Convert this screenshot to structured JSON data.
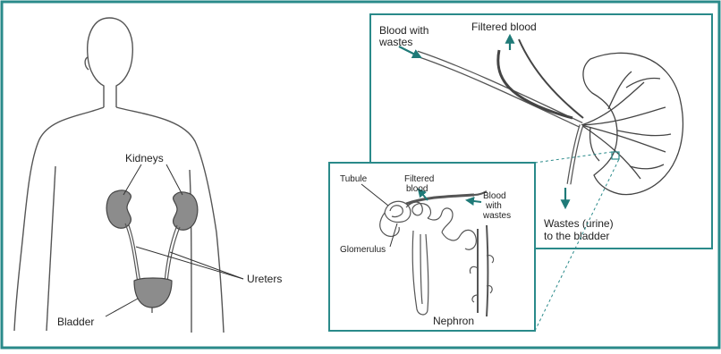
{
  "diagram": {
    "colors": {
      "frame": "#2a8a8a",
      "arrow": "#1f7a78",
      "kidney_fill": "#8c8c8c",
      "ink": "#444444"
    },
    "body_labels": {
      "kidneys": "Kidneys",
      "ureters": "Ureters",
      "bladder": "Bladder"
    },
    "kidney_detail": {
      "blood_with_wastes_line1": "Blood with",
      "blood_with_wastes_line2": "wastes",
      "filtered_blood": "Filtered blood",
      "wastes_line1": "Wastes (urine)",
      "wastes_line2": "to the bladder"
    },
    "nephron_detail": {
      "tubule": "Tubule",
      "filtered_line1": "Filtered",
      "filtered_line2": "blood",
      "blood_line1": "Blood",
      "blood_line2": "with",
      "blood_line3": "wastes",
      "glomerulus": "Glomerulus",
      "title": "Nephron"
    }
  }
}
